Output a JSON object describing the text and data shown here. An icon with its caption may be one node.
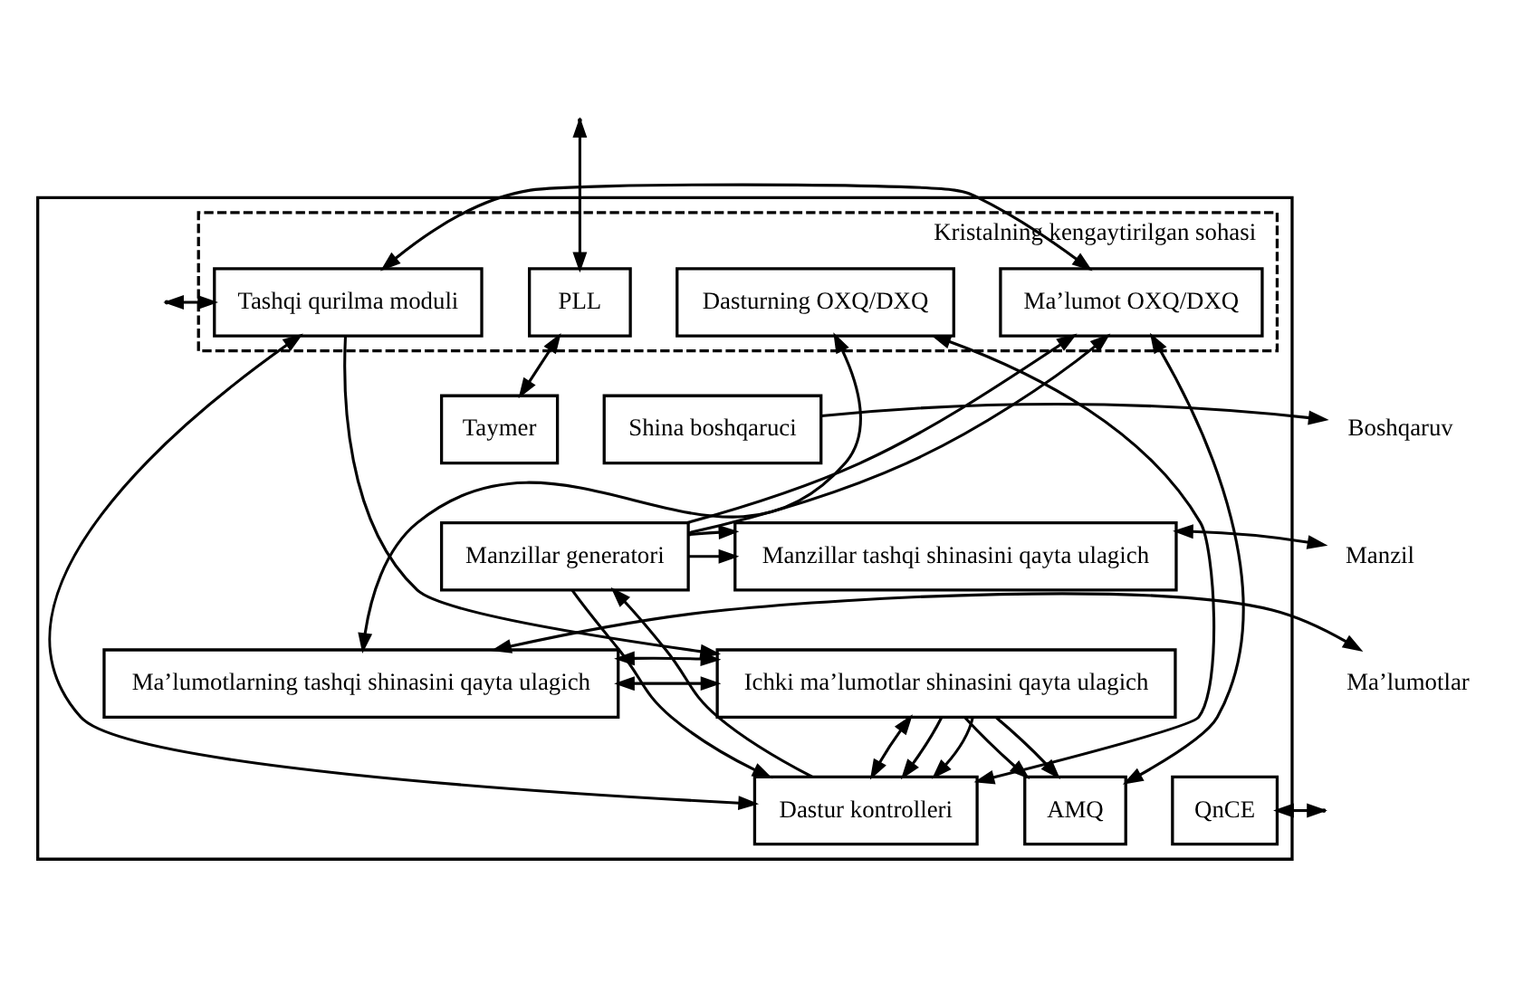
{
  "diagram": {
    "nodes": [
      {
        "text": [],
        "shape": "box"
      },
      {
        "text": [
          "Kristalning kengaytirilgan sohasi"
        ],
        "in": 0
      },
      {
        "text": [
          "Tashqi qurilma moduli"
        ],
        "in": 1
      },
      {
        "text": [
          "PLL"
        ],
        "in": 1
      },
      {
        "text": [
          "Dasturning OXQ/DXQ"
        ],
        "in": 1
      },
      {
        "text": [
          "Ma’lumot OXQ/DXQ"
        ],
        "in": 1
      },
      {
        "text": [
          "Taymer"
        ],
        "in": 0
      },
      {
        "text": [
          "Shina boshqaruci"
        ],
        "in": 0
      },
      {
        "text": [
          "Ichki ma’lumotlar shinasini qayta ulagich"
        ],
        "in": 0
      },
      {
        "text": [
          "Manzillar generatori"
        ],
        "in": 0
      },
      {
        "text": [
          "Manzillar tashqi shinasini qayta ulagich"
        ],
        "in": 0
      },
      {
        "text": [
          "Ma’lumotlarning tashqi shinasini qayta ulagich"
        ],
        "in": 0
      },
      {
        "text": [
          "Dastur kontrolleri"
        ],
        "in": 0
      },
      {
        "text": [
          "AMQ"
        ],
        "in": 0
      },
      {
        "text": [
          "QnCE"
        ],
        "in": 0
      },
      {
        "text": [
          "Boshqaruv"
        ]
      },
      {
        "text": [
          "Manzil"
        ]
      },
      {
        "text": [
          "Ma’lumotlar"
        ]
      }
    ],
    "edges": [
      {
        "from": null,
        "to": 3,
        "arrow": "both"
      },
      {
        "from": null,
        "to": 2,
        "arrow": "both"
      },
      {
        "from": 3,
        "to": 6,
        "arrow": "both"
      },
      {
        "from": 7,
        "to": 15,
        "arrow": "to"
      },
      {
        "from": 10,
        "to": 16,
        "arrow": "both"
      },
      {
        "from": 11,
        "to": 17,
        "arrow": "both"
      },
      {
        "from": 14,
        "to": null,
        "arrow": "both"
      },
      {
        "from": 9,
        "to": 10,
        "arrow": "to"
      },
      {
        "from": 9,
        "to": 5,
        "arrow": "to"
      },
      {
        "from": 9,
        "to": 5,
        "arrow": "to"
      },
      {
        "from": 9,
        "to": 10,
        "arrow": "to"
      },
      {
        "from": 9,
        "to": 12,
        "arrow": "to"
      },
      {
        "from": 12,
        "to": 9,
        "arrow": "to"
      },
      {
        "from": 8,
        "to": 11,
        "arrow": "both"
      },
      {
        "from": 8,
        "to": 11,
        "arrow": "both"
      },
      {
        "from": 8,
        "to": 12,
        "arrow": "both"
      },
      {
        "from": 8,
        "to": 12,
        "arrow": "to"
      },
      {
        "from": 8,
        "to": 12,
        "arrow": "to"
      },
      {
        "from": 2,
        "to": 12,
        "arrow": "both"
      },
      {
        "from": 2,
        "to": 8,
        "arrow": "to"
      },
      {
        "from": 2,
        "to": 5,
        "arrow": "both"
      },
      {
        "from": 4,
        "to": 12,
        "arrow": "both"
      },
      {
        "from": 4,
        "to": 11,
        "arrow": "both"
      },
      {
        "from": 5,
        "to": 13,
        "arrow": "both"
      },
      {
        "from": 8,
        "to": 13,
        "arrow": "to"
      },
      {
        "from": 8,
        "to": 13,
        "arrow": "to"
      }
    ]
  }
}
